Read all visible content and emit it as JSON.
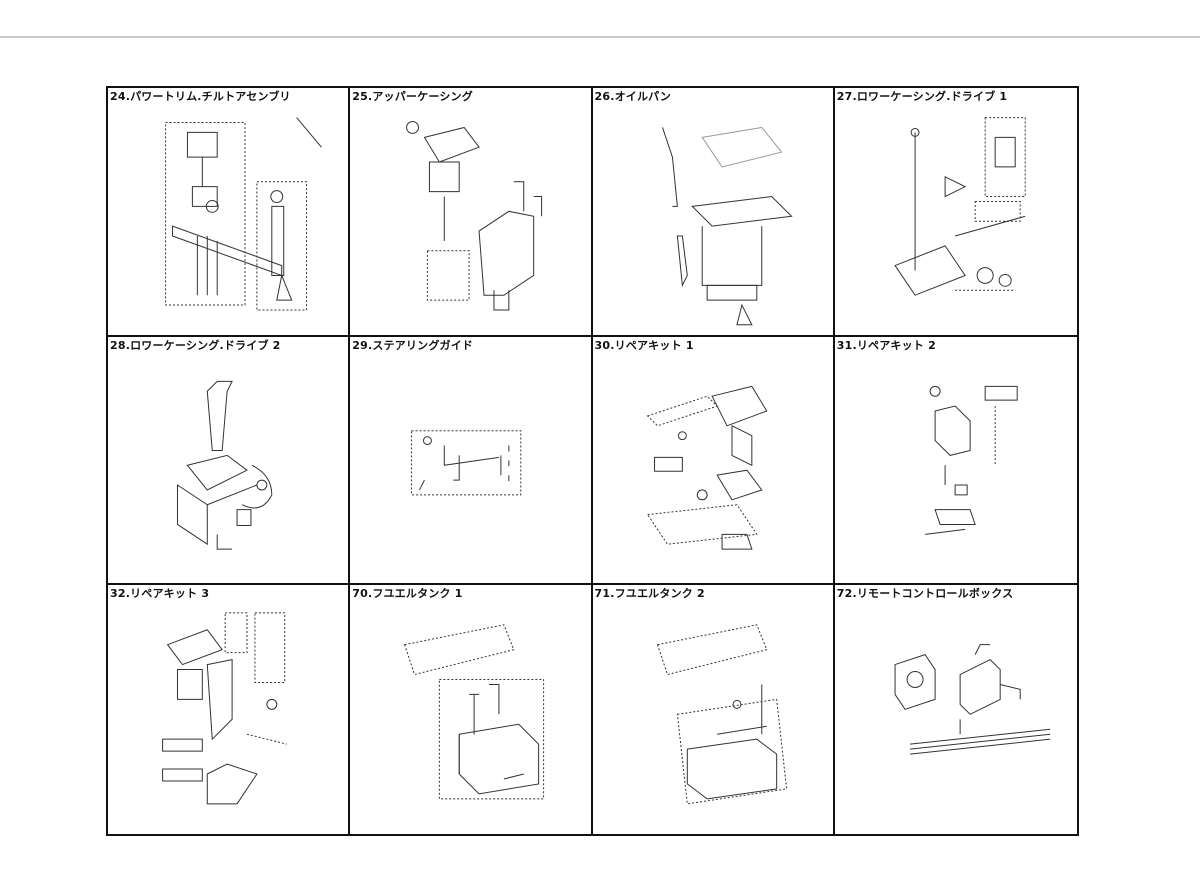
{
  "cells": [
    {
      "title": "24.パワートリム.チルトアセンブリ",
      "diagram": "power-trim-tilt-assembly"
    },
    {
      "title": "25.アッパーケーシング",
      "diagram": "upper-casing"
    },
    {
      "title": "26.オイルパン",
      "diagram": "oil-pan"
    },
    {
      "title": "27.ロワーケーシング.ドライブ 1",
      "diagram": "lower-casing-drive-1"
    },
    {
      "title": "28.ロワーケーシング.ドライブ 2",
      "diagram": "lower-casing-drive-2"
    },
    {
      "title": "29.ステアリングガイド",
      "diagram": "steering-guide"
    },
    {
      "title": "30.リペアキット 1",
      "diagram": "repair-kit-1"
    },
    {
      "title": "31.リペアキット 2",
      "diagram": "repair-kit-2"
    },
    {
      "title": "32.リペアキット 3",
      "diagram": "repair-kit-3"
    },
    {
      "title": "70.フユエルタンク 1",
      "diagram": "fuel-tank-1"
    },
    {
      "title": "71.フユエルタンク 2",
      "diagram": "fuel-tank-2"
    },
    {
      "title": "72.リモートコントロールボックス",
      "diagram": "remote-control-box"
    }
  ]
}
